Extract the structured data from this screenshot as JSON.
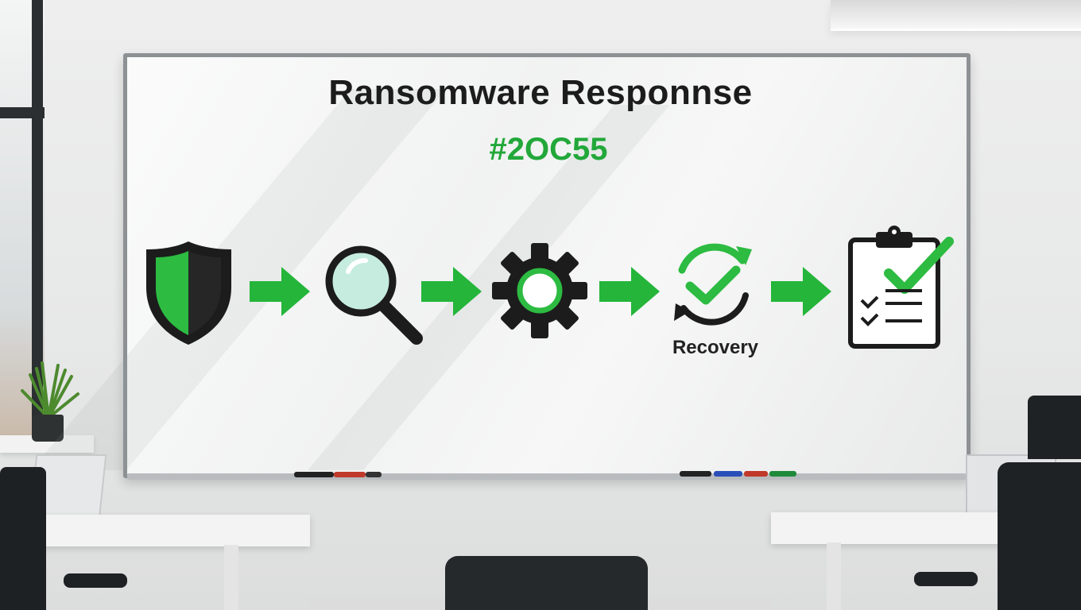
{
  "whiteboard": {
    "title": "Ransomware Responnse",
    "subtitle": "#2OC55",
    "steps": [
      {
        "icon": "shield-icon",
        "label": ""
      },
      {
        "icon": "magnifying-glass-icon",
        "label": ""
      },
      {
        "icon": "gear-icon",
        "label": ""
      },
      {
        "icon": "recovery-cycle-check-icon",
        "label": "Recovery"
      },
      {
        "icon": "clipboard-checklist-icon",
        "label": ""
      }
    ]
  },
  "colors": {
    "accent_green": "#22a83a",
    "icon_dark": "#1c1c1c",
    "board": "#f4f5f5",
    "frame": "#8d9194"
  }
}
